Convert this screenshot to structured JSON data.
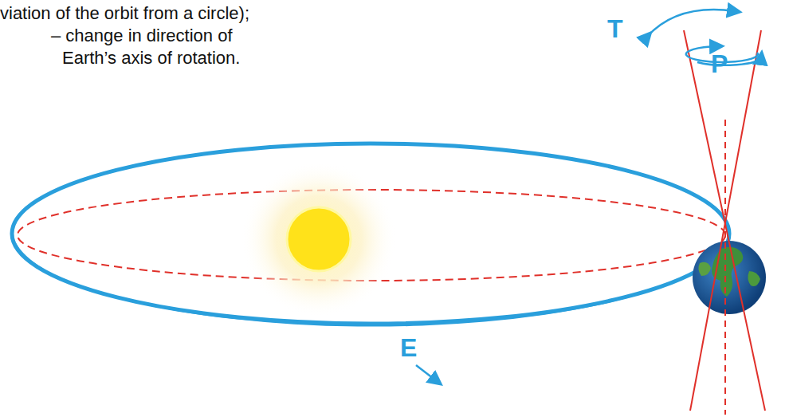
{
  "diagram": {
    "labels": [
      "viation of the orbit from a circle);",
      "– change in direction of",
      "Earth’s axis of rotation.",
      "T",
      "P",
      "E"
    ]
  }
}
